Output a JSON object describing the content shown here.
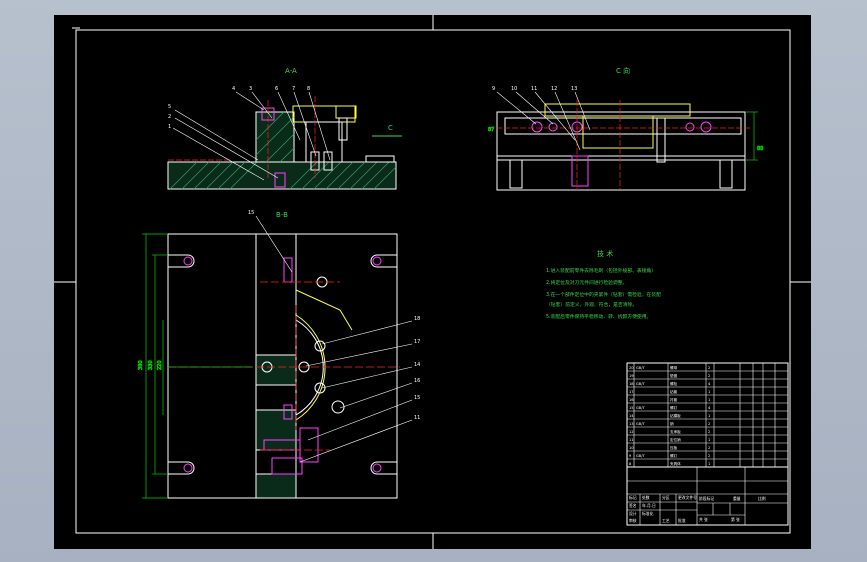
{
  "colors": {
    "background": "#000000",
    "viewport": "#aab4c3",
    "outline": "#ffffff",
    "dimension": "#00d200",
    "center_line": "#ff2020",
    "part_yellow": "#ffff40",
    "hatch_green": "#2f9f5f",
    "cyan": "#40ffff",
    "magenta": "#ff40ff",
    "note_green": "#39d84a"
  },
  "views": {
    "front_title": "A-A",
    "side_title": "C 向",
    "plan_title": "B-B",
    "arrow_label": "C"
  },
  "tech_notes": {
    "title": "技 术",
    "lines": [
      "1.进入装配前零件去除毛刺（包括外棱部、表棱角）",
      "2.将定位及对刀元件间进行检验调整。",
      "3.在一个部件定位中的夹紧件（钻套）需检验，在装配",
      "（钻套）前定义，外观、符合，是否清除。",
      "5.装配后零件保持平稳移动、转、拆卸方便使用。"
    ]
  },
  "dimensions": {
    "overall_height": "390",
    "inner_height": "330",
    "inner_height2": "220",
    "side_height": "88",
    "side_label": "87"
  },
  "balloons_front": [
    "4",
    "3",
    "6",
    "7",
    "8",
    "5",
    "2",
    "1"
  ],
  "balloons_side": [
    "9",
    "10",
    "11",
    "12",
    "13"
  ],
  "balloons_plan": [
    "15",
    "18",
    "17",
    "14",
    "16",
    "15",
    "11"
  ],
  "title_block": {
    "cells": [
      "标记",
      "处数",
      "分区",
      "更改文件号",
      "签名",
      "年.月.日",
      "设计",
      "标准化",
      "阶段标记",
      "重量",
      "比例",
      "审核",
      "工艺",
      "批准",
      "共 张",
      "第 张"
    ]
  },
  "parts_list": {
    "rows": [
      [
        "20",
        "GB/T",
        "螺母",
        "2",
        ""
      ],
      [
        "19",
        "",
        "垫圈",
        "2",
        ""
      ],
      [
        "18",
        "GB/T",
        "螺栓",
        "4",
        ""
      ],
      [
        "17",
        "",
        "钻套",
        "1",
        ""
      ],
      [
        "16",
        "",
        "衬套",
        "1",
        ""
      ],
      [
        "15",
        "GB/T",
        "螺钉",
        "4",
        ""
      ],
      [
        "14",
        "",
        "钻模板",
        "1",
        ""
      ],
      [
        "13",
        "GB/T",
        "销",
        "2",
        ""
      ],
      [
        "12",
        "",
        "支承板",
        "2",
        ""
      ],
      [
        "11",
        "",
        "定位销",
        "1",
        ""
      ],
      [
        "10",
        "",
        "压板",
        "2",
        ""
      ],
      [
        "9",
        "GB/T",
        "螺钉",
        "2",
        ""
      ],
      [
        "8",
        "",
        "夹具体",
        "1",
        ""
      ]
    ]
  }
}
